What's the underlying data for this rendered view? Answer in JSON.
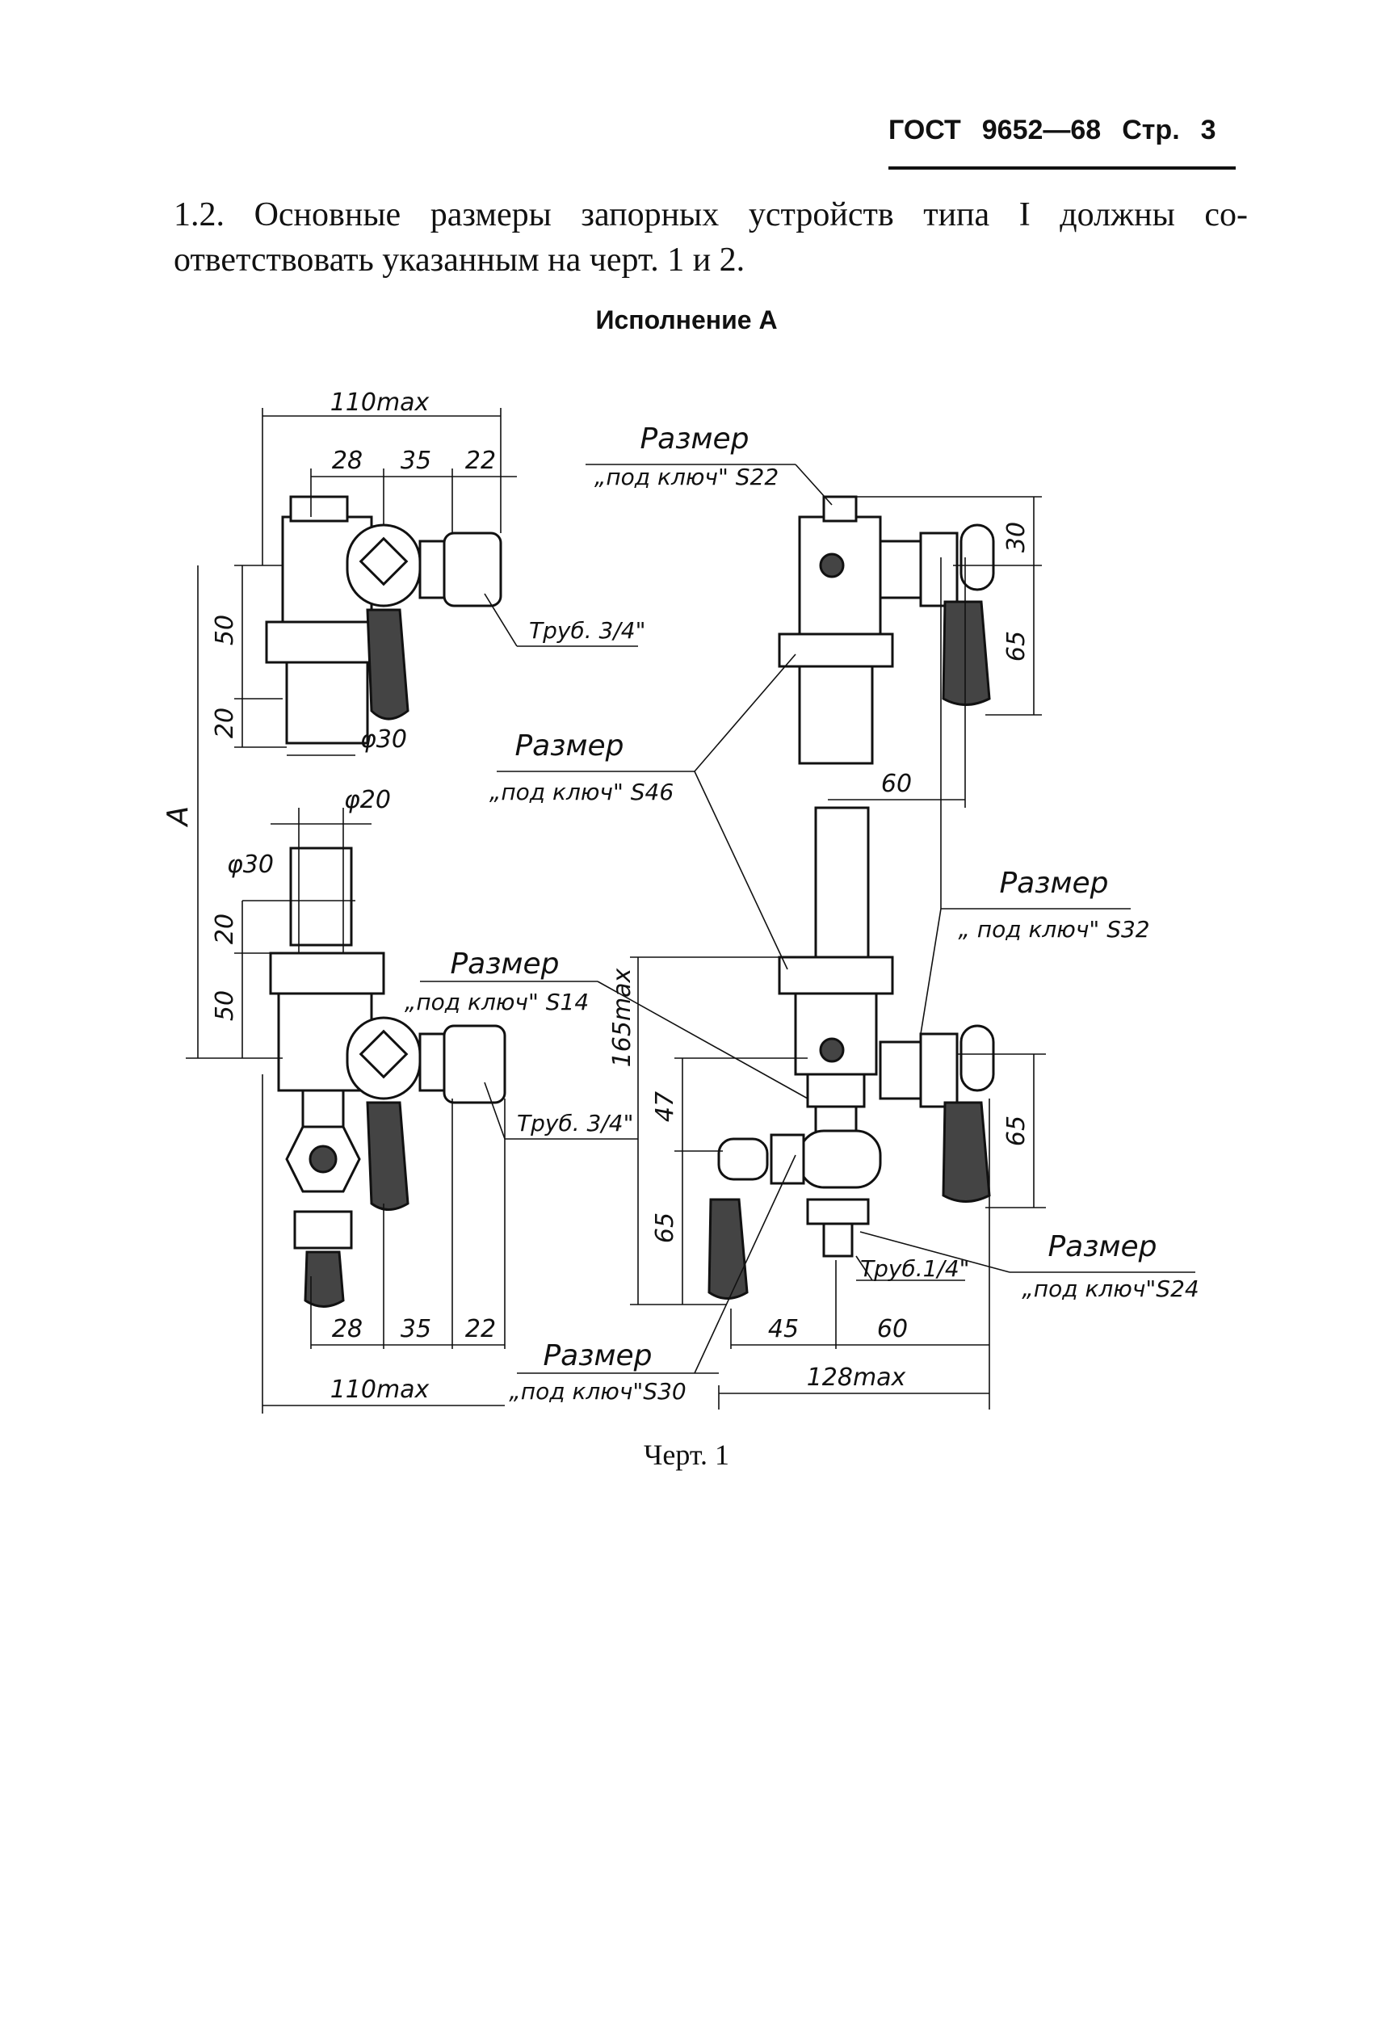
{
  "header": {
    "gost": "ГОСТ",
    "number": "9652—68",
    "page_label": "Стр.",
    "page_no": "3"
  },
  "paragraph": {
    "line1": "1.2. Основные размеры запорных устройств типа I должны со-",
    "line2": "ответствовать указанным на черт. 1 и 2."
  },
  "subtitle": "Исполнение А",
  "caption": "Черт. 1",
  "drawing": {
    "left_top": {
      "w_total": "110max",
      "w1": "28",
      "w2": "35",
      "w3": "22",
      "h_upper": "50",
      "h_stem": "20",
      "dia": "φ30",
      "pipe": "Труб. 3/4\""
    },
    "left_middle": {
      "overall_height": "А",
      "dia_small": "φ20",
      "dia": "φ30",
      "h_stem": "20",
      "h_lower": "50"
    },
    "left_bottom": {
      "pipe": "Труб. 3/4\"",
      "w1": "28",
      "w2": "35",
      "w3": "22",
      "w_total": "110max"
    },
    "right_top": {
      "wrench1_a": "Размер",
      "wrench1_b": "„под ключ\" S22",
      "h1": "30",
      "h2": "65",
      "dist": "60"
    },
    "wrench_s46": {
      "a": "Размер",
      "b": "„под ключ\" S46"
    },
    "wrench_s32": {
      "a": "Размер",
      "b": "„ под ключ\" S32"
    },
    "wrench_s14": {
      "a": "Размер",
      "b": "„под ключ\" S14"
    },
    "right_bottom": {
      "h_total": "165max",
      "h1": "47",
      "h2": "65",
      "h3": "65",
      "pipe": "Труб.1/4\"",
      "w1": "45",
      "w2": "60",
      "w_total": "128max"
    },
    "wrench_s24": {
      "a": "Размер",
      "b": "„под ключ\"S24"
    },
    "wrench_s30": {
      "a": "Размер",
      "b": "„под ключ\"S30"
    }
  }
}
